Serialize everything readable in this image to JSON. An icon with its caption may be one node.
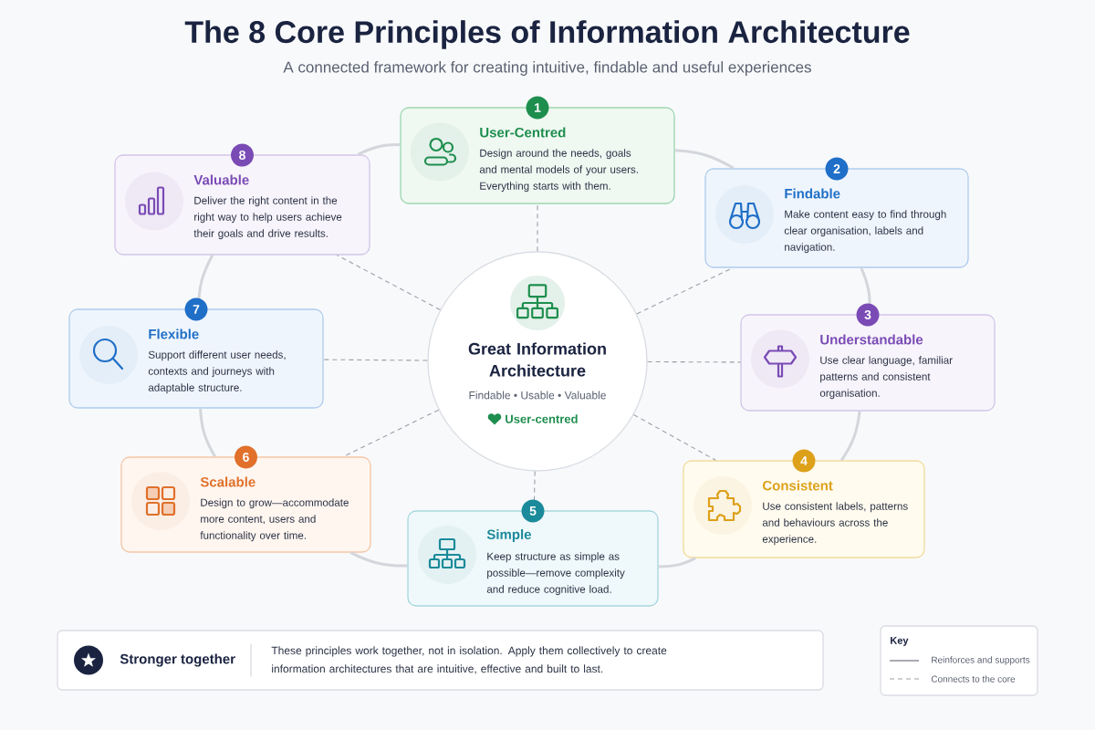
{
  "diagram": {
    "title": "The 8 Core Principles of Information Architecture",
    "nodes": [
      {
        "text": [
          "Great Information Architecture",
          "Findable • Usable • Valuable",
          "User-centred"
        ]
      },
      {
        "text": [
          "1",
          "User-Centred",
          "Design around the needs, goals and mental models of your users. Everything starts with them."
        ]
      },
      {
        "text": [
          "2",
          "Findable",
          "Make content easy to find through clear organisation, labels and navigation."
        ]
      },
      {
        "text": [
          "3",
          "Understandable",
          "Use clear language, familiar patterns and consistent organisation."
        ]
      },
      {
        "text": [
          "4",
          "Consistent",
          "Use consistent labels, patterns and behaviours across the experience."
        ]
      },
      {
        "text": [
          "5",
          "Simple",
          "Keep structure as simple as possible—remove complexity and reduce cognitive load."
        ]
      },
      {
        "text": [
          "6",
          "Scalable",
          "Design to grow—accommodate more content, users and functionality over time."
        ]
      },
      {
        "text": [
          "7",
          "Flexible",
          "Support different user needs, contexts and journeys with adaptable structure."
        ]
      },
      {
        "text": [
          "8",
          "Valuable",
          "Deliver the right content in the right way to help users achieve their goals and drive results."
        ]
      },
      {
        "text": [
          "Stronger together",
          "These principles work together, not in isolation. Apply them collectively to create information architectures that are intuitive, effective and built to last."
        ]
      }
    ],
    "edges": [
      {
        "from": 1,
        "to": 2,
        "arrow": "none",
        "style": "thick"
      },
      {
        "from": 2,
        "to": 3,
        "arrow": "none",
        "style": "thick"
      },
      {
        "from": 3,
        "to": 4,
        "arrow": "none",
        "style": "thick"
      },
      {
        "from": 4,
        "to": 5,
        "arrow": "none",
        "style": "thick"
      },
      {
        "from": 5,
        "to": 6,
        "arrow": "none",
        "style": "thick"
      },
      {
        "from": 6,
        "to": 7,
        "arrow": "none",
        "style": "thick"
      },
      {
        "from": 7,
        "to": 8,
        "arrow": "none",
        "style": "thick"
      },
      {
        "from": 8,
        "to": 1,
        "arrow": "none",
        "style": "thick"
      },
      {
        "from": 0,
        "to": 1,
        "arrow": "none",
        "style": "dashed"
      },
      {
        "from": 0,
        "to": 2,
        "arrow": "none",
        "style": "dashed"
      },
      {
        "from": 0,
        "to": 3,
        "arrow": "none",
        "style": "dashed"
      },
      {
        "from": 0,
        "to": 4,
        "arrow": "none",
        "style": "dashed"
      },
      {
        "from": 0,
        "to": 5,
        "arrow": "none",
        "style": "dashed"
      },
      {
        "from": 0,
        "to": 6,
        "arrow": "none",
        "style": "dashed"
      },
      {
        "from": 0,
        "to": 7,
        "arrow": "none",
        "style": "dashed"
      },
      {
        "from": 0,
        "to": 8,
        "arrow": "none",
        "style": "dashed"
      }
    ],
    "labels": [
      "A connected framework for creating intuitive, findable and useful experiences",
      "Key"
    ],
    "legend": [
      {
        "text": "Reinforces and supports"
      },
      {
        "text": "Connects to the core"
      }
    ]
  }
}
